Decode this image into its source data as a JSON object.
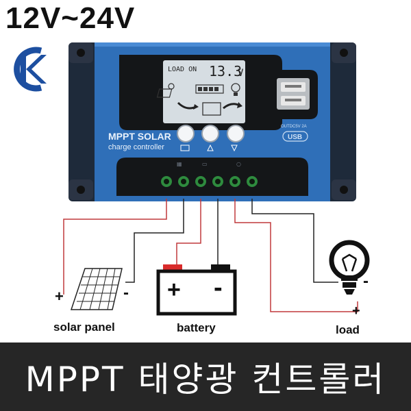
{
  "header": {
    "voltage_range": "12V~24V"
  },
  "controller": {
    "lcd_mode": "LOAD ON",
    "lcd_value": "13.3",
    "lcd_unit": "V",
    "brand_line1": "MPPT SOLAR",
    "brand_line2": "charge controller",
    "usb_spec": "OUTDC5V 2A",
    "usb_logo": "USB"
  },
  "diagram": {
    "solar_label": "solar panel",
    "battery_label": "battery",
    "load_label": "load",
    "plus": "+",
    "minus": "-"
  },
  "banner": {
    "title": "MPPT 태양광 컨트롤러"
  },
  "colors": {
    "body_blue": "#2f6fb8",
    "frame_dark": "#1e2a3a",
    "wire_red": "#c0393b",
    "lcd_bg": "#d6dde2"
  }
}
